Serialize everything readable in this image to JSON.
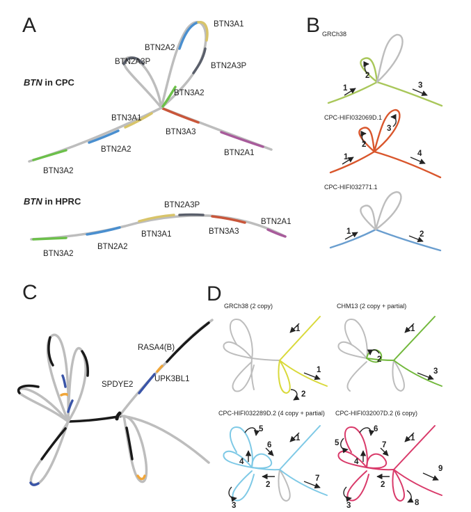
{
  "panels": {
    "a": {
      "letter": "A",
      "title_cpc_italic": "BTN",
      "title_cpc_rest": " in CPC",
      "title_hprc_italic": "BTN",
      "title_hprc_rest": " in HPRC",
      "cpc_labels": [
        "BTN3A1",
        "BTN2A2",
        "BTN2A3P",
        "BTN2A3P",
        "BTN3A2",
        "BTN3A1",
        "BTN3A3",
        "BTN2A2",
        "BTN2A1",
        "BTN3A2"
      ],
      "hprc_labels": [
        "BTN2A3P",
        "BTN2A1",
        "BTN3A1",
        "BTN3A3",
        "BTN3A2",
        "BTN2A2"
      ]
    },
    "b": {
      "letter": "B",
      "graphs": [
        {
          "label": "GRCh38",
          "steps": [
            "1",
            "2",
            "3"
          ],
          "color": "#a9c75a"
        },
        {
          "label": "CPC-HIFI032069D.1",
          "steps": [
            "1",
            "2",
            "3",
            "4"
          ],
          "color": "#d9562c"
        },
        {
          "label": "CPC-HIFI032771.1",
          "steps": [
            "1",
            "2"
          ],
          "color": "#6a9ecf"
        }
      ]
    },
    "c": {
      "letter": "C",
      "labels": [
        "RASA4(B)",
        "SPDYE2",
        "UPK3BL1"
      ]
    },
    "d": {
      "letter": "D",
      "graphs": [
        {
          "label": "GRCh38 (2 copy)",
          "steps": [
            "1",
            "1",
            "2"
          ],
          "color": "#d9d93a"
        },
        {
          "label": "CHM13 (2 copy + partial)",
          "steps": [
            "1",
            "2",
            "3"
          ],
          "color": "#72b83c"
        },
        {
          "label": "CPC-HIFI032289D.2 (4 copy + partial)",
          "steps": [
            "1",
            "2",
            "3",
            "4",
            "5",
            "6",
            "7"
          ],
          "color": "#7ec9e6"
        },
        {
          "label": "CPC-HIFI032007D.2 (6 copy)",
          "steps": [
            "1",
            "2",
            "3",
            "4",
            "5",
            "6",
            "7",
            "8",
            "9"
          ],
          "color": "#d93a6a"
        }
      ]
    }
  },
  "colors": {
    "gray": "#bdbdbd",
    "btn3a2": "#6cc04a",
    "btn2a2": "#4a8fcf",
    "btn3a1": "#d8c46a",
    "btn2a3p": "#5a5f6b",
    "btn3a3": "#c9563a",
    "btn2a1": "#a85b9b",
    "c_black": "#1a1a1a",
    "c_blue": "#3a55a8",
    "c_orange": "#f0a63a"
  }
}
